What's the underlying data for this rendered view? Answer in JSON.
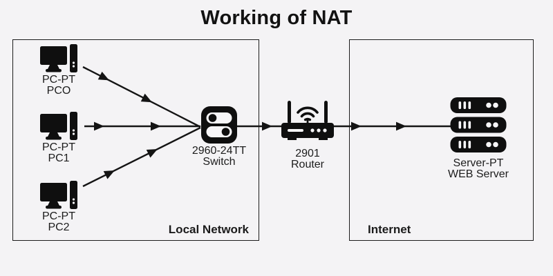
{
  "title": "Working of NAT",
  "colors": {
    "ink": "#141414",
    "canvas": "#f4f3f5"
  },
  "groups": {
    "local_network": {
      "label": "Local Network"
    },
    "internet": {
      "label": "Internet"
    }
  },
  "nodes": {
    "pc0": {
      "kind": "desktop-pc",
      "model": "PC-PT",
      "name": "PCO"
    },
    "pc1": {
      "kind": "desktop-pc",
      "model": "PC-PT",
      "name": "PC1"
    },
    "pc2": {
      "kind": "desktop-pc",
      "model": "PC-PT",
      "name": "PC2"
    },
    "switch": {
      "kind": "switch",
      "model": "2960-24TT",
      "name": "Switch"
    },
    "router": {
      "kind": "router",
      "model": "2901",
      "name": "Router"
    },
    "server": {
      "kind": "server",
      "model": "Server-PT",
      "name": "WEB Server"
    }
  },
  "connections": [
    {
      "from": "pc0",
      "to": "switch",
      "arrows": 2
    },
    {
      "from": "pc1",
      "to": "switch",
      "arrows": 2
    },
    {
      "from": "pc2",
      "to": "switch",
      "arrows": 2
    },
    {
      "from": "switch",
      "to": "router",
      "arrows": 1
    },
    {
      "from": "router",
      "to": "server",
      "arrows": 2
    }
  ]
}
